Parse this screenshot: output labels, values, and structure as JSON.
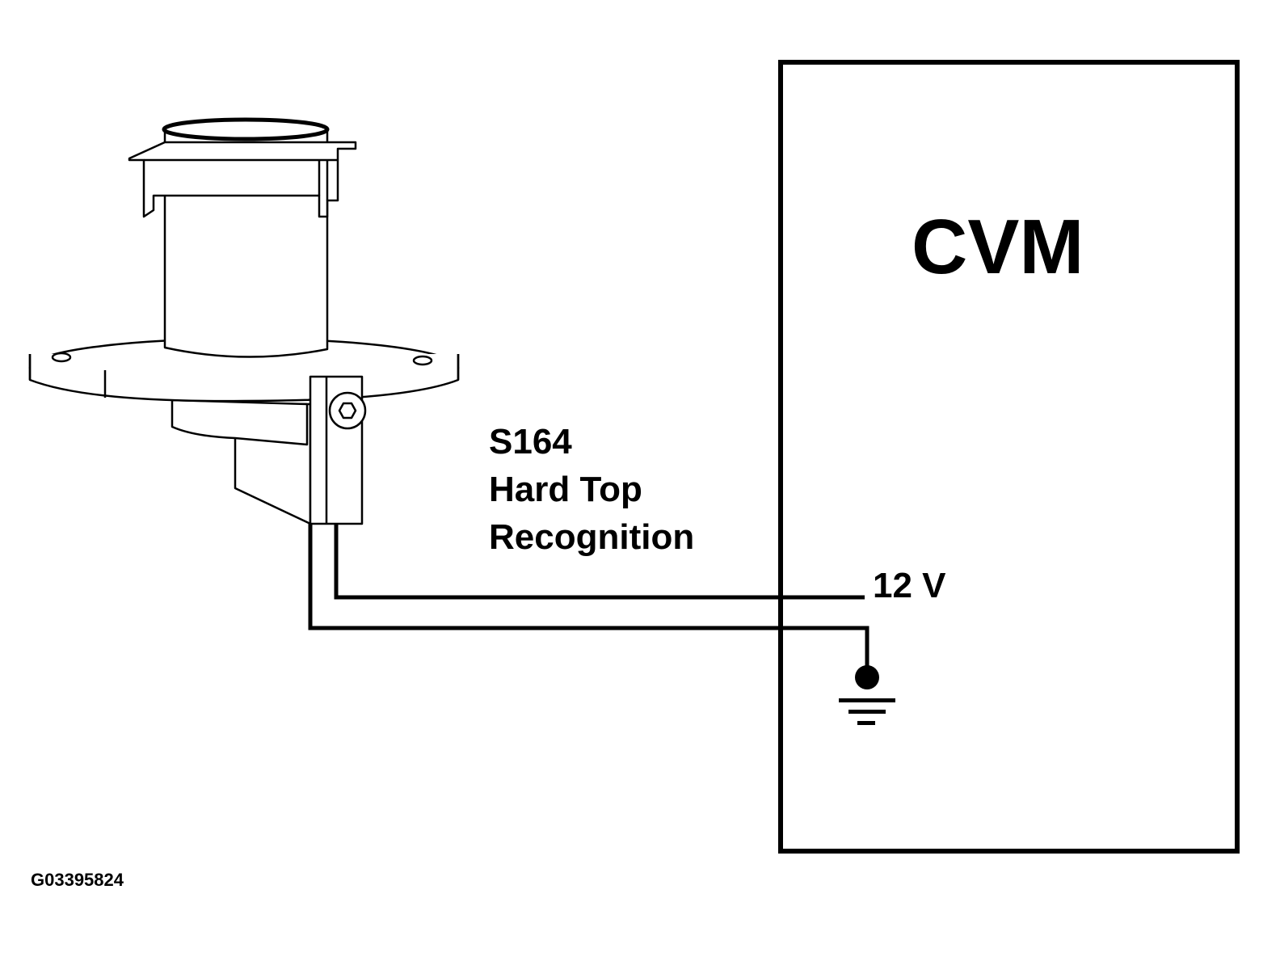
{
  "module": {
    "label": "CVM"
  },
  "sensor": {
    "code": "S164",
    "name_line1": "Hard Top",
    "name_line2": "Recognition"
  },
  "signal": {
    "voltage_label": "12 V"
  },
  "figure": {
    "id": "G03395824"
  },
  "colors": {
    "line": "#000000",
    "background": "#ffffff"
  }
}
